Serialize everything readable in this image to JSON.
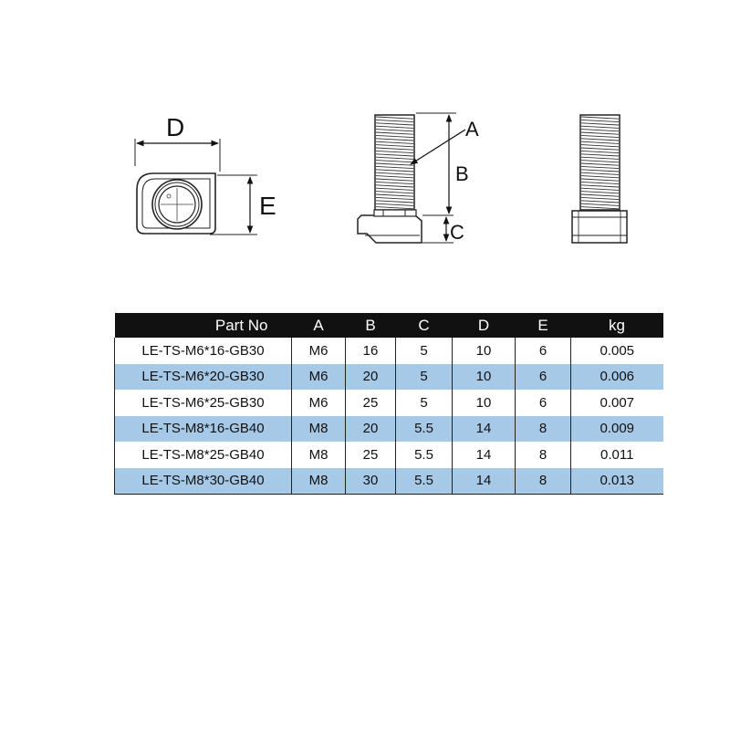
{
  "drawings": {
    "top_view": {
      "dim_width": "D",
      "dim_height": "E"
    },
    "side_view": {
      "dim_thread": "A",
      "dim_length": "B",
      "dim_head": "C"
    }
  },
  "table": {
    "columns": [
      "Part No",
      "A",
      "B",
      "C",
      "D",
      "E",
      "kg"
    ],
    "rows": [
      [
        "LE-TS-M6*16-GB30",
        "M6",
        "16",
        "5",
        "10",
        "6",
        "0.005"
      ],
      [
        "LE-TS-M6*20-GB30",
        "M6",
        "20",
        "5",
        "10",
        "6",
        "0.006"
      ],
      [
        "LE-TS-M6*25-GB30",
        "M6",
        "25",
        "5",
        "10",
        "6",
        "0.007"
      ],
      [
        "LE-TS-M8*16-GB40",
        "M8",
        "20",
        "5.5",
        "14",
        "8",
        "0.009"
      ],
      [
        "LE-TS-M8*25-GB40",
        "M8",
        "25",
        "5.5",
        "14",
        "8",
        "0.011"
      ],
      [
        "LE-TS-M8*30-GB40",
        "M8",
        "30",
        "5.5",
        "14",
        "8",
        "0.013"
      ]
    ]
  },
  "colors": {
    "header_bg": "#111111",
    "alt_row_bg": "#a7c9e8",
    "line": "#222222"
  }
}
